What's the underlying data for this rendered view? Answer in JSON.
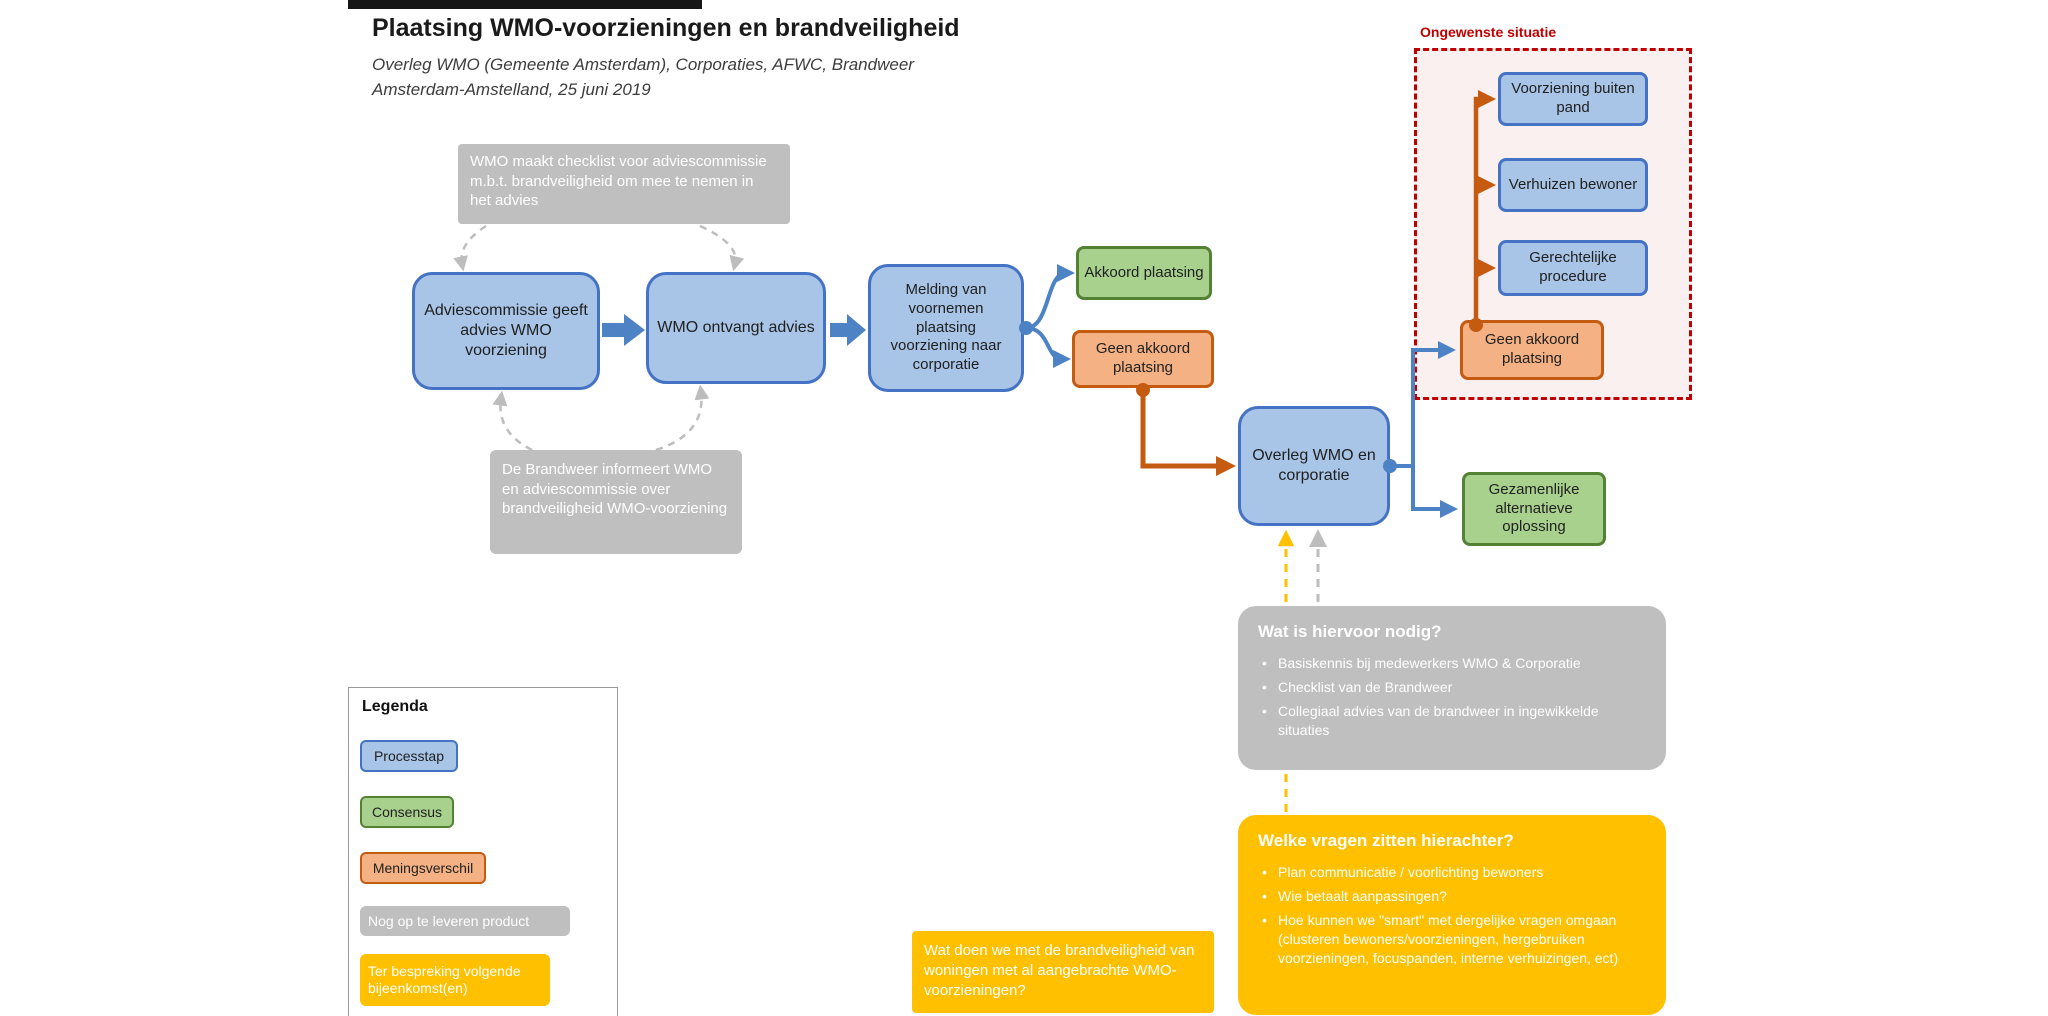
{
  "header": {
    "title": "Plaatsing WMO-voorzieningen en brandveiligheid",
    "subtitle_line1": "Overleg WMO (Gemeente Amsterdam), Corporaties, AFWC, Brandweer",
    "subtitle_line2": "Amsterdam-Amstelland,  25 juni 2019"
  },
  "flow": {
    "note_checklist": "WMO maakt checklist voor adviescommissie  m.b.t. brandveiligheid om mee te nemen in het advies",
    "note_brandweer": "De Brandweer informeert WMO en adviescommissie over brandveiligheid WMO-voorziening",
    "step_adviescommissie": "Adviescommissie geeft advies WMO voorziening",
    "step_wmo_ontvangt": "WMO ontvangt advies",
    "step_melding": "Melding van voornemen plaatsing voorziening naar corporatie",
    "akkoord_plaatsing": "Akkoord plaatsing",
    "geen_akkoord_plaatsing": "Geen akkoord plaatsing",
    "overleg_wmo_corporatie": "Overleg WMO en corporatie",
    "gezamenlijke_oplossing": "Gezamenlijke alternatieve oplossing"
  },
  "ongewenst": {
    "label": "Ongewenste situatie",
    "geen_akkoord_plaatsing": "Geen akkoord plaatsing",
    "voorziening_buiten_pand": "Voorziening buiten pand",
    "verhuizen_bewoner": "Verhuizen bewoner",
    "gerechtelijke_procedure": "Gerechtelijke procedure"
  },
  "nodig": {
    "title": "Wat is hiervoor nodig?",
    "items": [
      "Basiskennis bij medewerkers WMO & Corporatie",
      "Checklist van de Brandweer",
      "Collegiaal advies van de brandweer in ingewikkelde situaties"
    ]
  },
  "vragen": {
    "title": "Welke vragen zitten hierachter?",
    "items": [
      "Plan communicatie / voorlichting bewoners",
      "Wie betaalt aanpassingen?",
      "Hoe kunnen we \"smart\" met dergelijke vragen omgaan (clusteren bewoners/voorzieningen, hergebruiken voorzieningen, focuspanden, interne verhuizingen, ect)"
    ]
  },
  "open_question": "Wat doen we met de brandveiligheid van woningen met al aangebrachte WMO-voorzieningen?",
  "legend": {
    "title": "Legenda",
    "items": [
      {
        "label": "Processtap",
        "type": "process"
      },
      {
        "label": "Consensus",
        "type": "consensus"
      },
      {
        "label": "Meningsverschil",
        "type": "disagreement"
      },
      {
        "label": "Nog op te leveren product",
        "type": "deliverable"
      },
      {
        "label": "Ter bespreking volgende bijeenkomst(en)",
        "type": "discussion"
      }
    ]
  },
  "colors": {
    "process_fill": "#A8C4E6",
    "process_border": "#4472C4",
    "consensus_fill": "#A9D18E",
    "consensus_border": "#548235",
    "disagreement_fill": "#F4B183",
    "disagreement_border": "#C55A11",
    "deliverable_fill": "#BFBFBF",
    "discussion_fill": "#FFC000",
    "undesired_border": "#C00000",
    "arrow_blue": "#4D82C4",
    "arrow_brown": "#C55A11"
  }
}
